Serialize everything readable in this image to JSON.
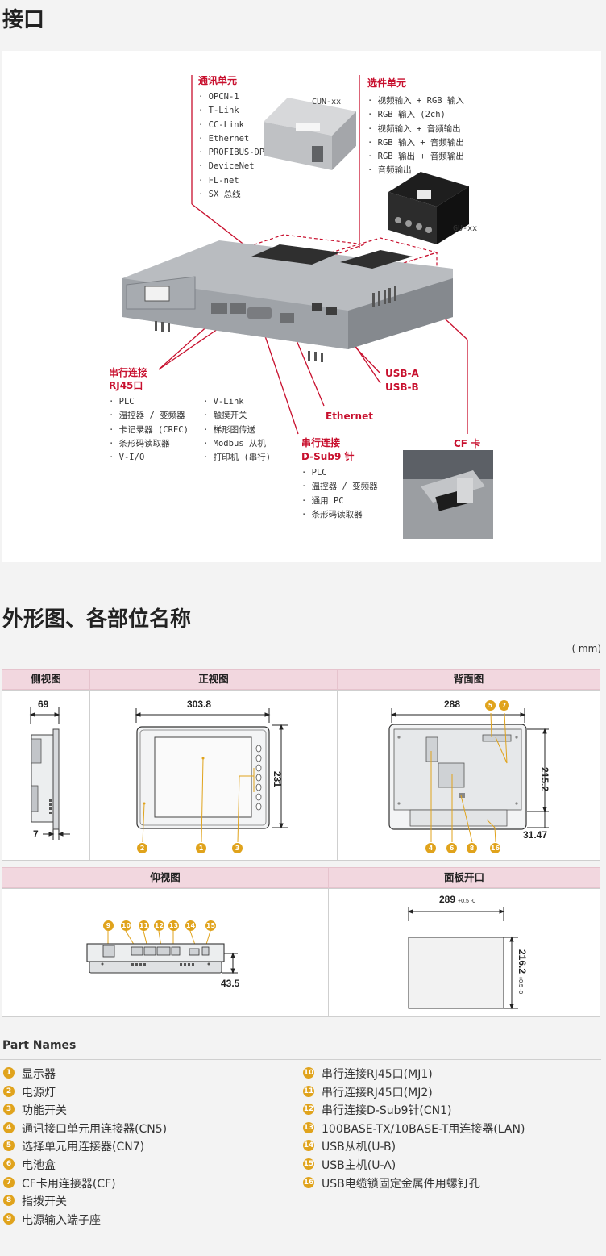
{
  "sections": {
    "interface_title": "接口",
    "outline_title": "外形图、各部位名称",
    "unit": "( mm)",
    "part_names_title": "Part Names"
  },
  "diagram": {
    "comm_unit": {
      "title": "通讯单元",
      "items": [
        "OPCN-1",
        "T-Link",
        "CC-Link",
        "Ethernet",
        "PROFIBUS-DP",
        "DeviceNet",
        "FL-net",
        "SX 总线"
      ],
      "model": "CUN-xx"
    },
    "option_unit": {
      "title": "选件单元",
      "items": [
        "视频输入 + RGB 输入",
        "RGB 输入 (2ch)",
        "视频输入 + 音频输出",
        "RGB 输入 + 音频输出",
        "RGB 输出 + 音频输出",
        "音频输出"
      ],
      "model": "GU-xx"
    },
    "serial_rj45": {
      "title1": "串行连接",
      "title2": "RJ45口",
      "col1": [
        "PLC",
        "温控器 / 变频器",
        "卡记录器 (CREC)",
        "条形码读取器",
        "V-I/O"
      ],
      "col2": [
        "V-Link",
        "触摸开关",
        "梯形图传送",
        "Modbus 从机",
        "打印机 (串行)"
      ]
    },
    "serial_dsub": {
      "title1": "串行连接",
      "title2": "D-Sub9 针",
      "items": [
        "PLC",
        "温控器 / 变频器",
        "通用 PC",
        "条形码读取器"
      ]
    },
    "ethernet": "Ethernet",
    "usb_a": "USB-A",
    "usb_b": "USB-B",
    "cf_card": "CF 卡"
  },
  "views": {
    "side": {
      "title": "侧视图",
      "dim_top": "69",
      "dim_bottom": "7"
    },
    "front": {
      "title": "正视图",
      "dim_w": "303.8",
      "dim_h": "231",
      "badges": [
        "2",
        "1",
        "3"
      ]
    },
    "back": {
      "title": "背面图",
      "dim_w": "288",
      "dim_h": "215.2",
      "dim_d": "31.47",
      "badges_top": [
        "5",
        "7"
      ],
      "badges_bottom": [
        "4",
        "6",
        "8",
        "16"
      ]
    },
    "bottom": {
      "title": "仰视图",
      "dim_h": "43.5",
      "badges": [
        "9",
        "10",
        "11",
        "12",
        "13",
        "14",
        "15"
      ]
    },
    "cutout": {
      "title": "面板开口",
      "dim_w": "289",
      "dim_w_tol": "+0.5 -0",
      "dim_h": "216.2",
      "dim_h_tol": "+0.5 -0"
    }
  },
  "parts_left": [
    {
      "num": "1",
      "name": "显示器"
    },
    {
      "num": "2",
      "name": "电源灯"
    },
    {
      "num": "3",
      "name": "功能开关"
    },
    {
      "num": "4",
      "name": "通讯接口单元用连接器(CN5)"
    },
    {
      "num": "5",
      "name": "选择单元用连接器(CN7)"
    },
    {
      "num": "6",
      "name": "电池盒"
    },
    {
      "num": "7",
      "name": "CF卡用连接器(CF)"
    },
    {
      "num": "8",
      "name": "指拨开关"
    },
    {
      "num": "9",
      "name": "电源输入端子座"
    }
  ],
  "parts_right": [
    {
      "num": "10",
      "name": "串行连接RJ45口(MJ1)"
    },
    {
      "num": "11",
      "name": "串行连接RJ45口(MJ2)"
    },
    {
      "num": "12",
      "name": "串行连接D-Sub9针(CN1)"
    },
    {
      "num": "13",
      "name": "100BASE-TX/10BASE-T用连接器(LAN)"
    },
    {
      "num": "14",
      "name": "USB从机(U-B)"
    },
    {
      "num": "15",
      "name": "USB主机(U-A)"
    },
    {
      "num": "16",
      "name": "USB电缆锁固定金属件用螺钉孔"
    }
  ]
}
